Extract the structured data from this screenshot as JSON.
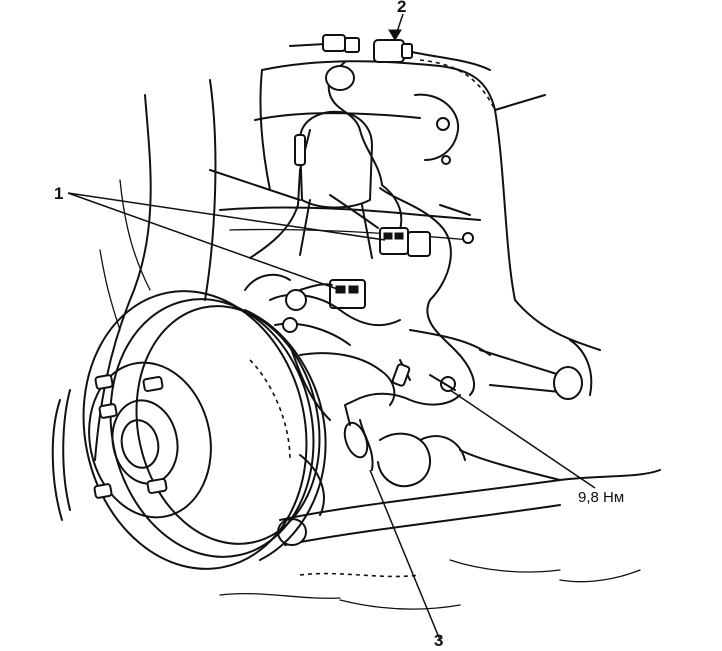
{
  "callouts": {
    "label_1": "1",
    "label_2": "2",
    "label_3": "3",
    "torque": "9,8 Нм"
  }
}
